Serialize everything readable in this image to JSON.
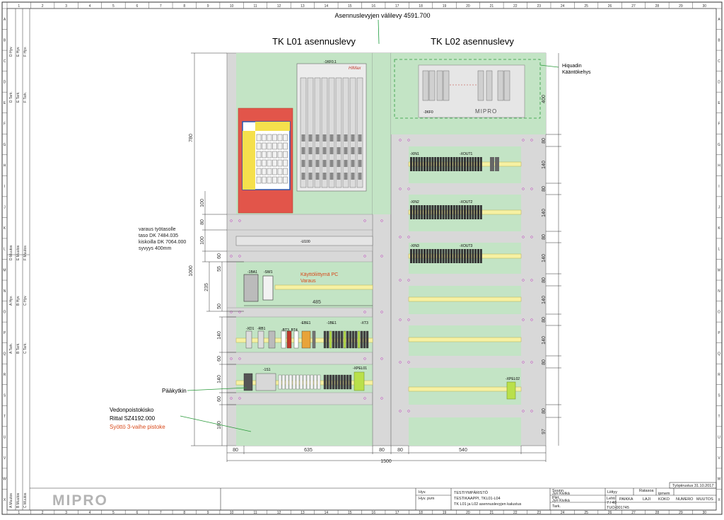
{
  "sheet": {
    "columns": [
      "1",
      "2",
      "3",
      "4",
      "5",
      "6",
      "7",
      "8",
      "9",
      "10",
      "11",
      "12",
      "13",
      "14",
      "15",
      "16",
      "17",
      "18",
      "19",
      "20",
      "21",
      "22",
      "23",
      "24",
      "25",
      "26",
      "27",
      "28",
      "29",
      "30"
    ],
    "rows": [
      "A",
      "B",
      "C",
      "D",
      "E",
      "F",
      "G",
      "H",
      "I",
      "J",
      "K",
      "L",
      "M",
      "N",
      "O",
      "P",
      "Q",
      "R",
      "S",
      "T",
      "U",
      "V",
      "W",
      "X"
    ],
    "left_revisions": {
      "r1": "D Hyv.",
      "r2": "E Hyv.",
      "r3": "F Hyv.",
      "r4": "D Tark.",
      "r5": "E Tark.",
      "r6": "F Tark.",
      "r7": "D Muutos",
      "r8": "E Muutos",
      "r9": "F Muutos",
      "r10": "A Hyv.",
      "r11": "B Hyv.",
      "r12": "C Hyv.",
      "r13": "A Tark.",
      "r14": "B Tark.",
      "r15": "C Tark.",
      "r16": "A Muutos",
      "r17": "B Muutos",
      "r18": "C Muutos"
    }
  },
  "titles": {
    "spacing": "Asennuslevyjen välilevy 4591.700",
    "plate1": "TK L01 asennuslevy",
    "plate2": "TK L02 asennuslevy"
  },
  "annotations": {
    "hiquad1": "Hiquadin",
    "hiquad2": "Kääntökehys",
    "shelf1": "varaus työtasolle",
    "shelf2": "taso DK 7484.035",
    "shelf3": "kiskoilla DK 7064.000",
    "shelf4": "syvyys 400mm",
    "ui1": "Käyttöliittymä PC",
    "ui2": "Varaus",
    "main_switch": "Pääkytkin",
    "strain1": "Vedonpoistokisko",
    "strain2": "Rittal SZ4192.000",
    "strain3": "Syöttö 3-vaihe pistoke"
  },
  "dims": {
    "d780": "780",
    "d100a": "100",
    "d80a": "80",
    "d100b": "100",
    "d60a": "60",
    "d1000": "1000",
    "d55": "55",
    "d235": "235",
    "d50": "50",
    "d485": "485",
    "d140a": "140",
    "d60b": "60",
    "d140b": "140",
    "d60c": "60",
    "d180": "180",
    "b80a": "80",
    "b635": "635",
    "b80b": "80",
    "b80c": "80",
    "b540": "540",
    "b1500": "1500",
    "r400": "400",
    "r80a": "80",
    "r140a": "140",
    "r80b": "80",
    "r140b": "140",
    "r80c": "80",
    "r140c": "140",
    "r80d": "80",
    "r140d": "140",
    "r80e": "80",
    "r140e": "140",
    "r80f": "80",
    "r97": "97"
  },
  "labels": {
    "kf01": "-1KF0.1",
    "himax": "HIMax",
    "kf0": "-3KF0",
    "mipro_small": "MIPRO",
    "xin1": "-XIN1",
    "xout1": "-XOUT1",
    "xin2": "-XIN2",
    "xout2": "-XOUT2",
    "xin3": "-XIN3",
    "xout3": "-XOUT3",
    "u100": "-U100",
    "xpel01": "-XPEL01",
    "xpel02": "-XPEL02",
    "xd1": "-XD1",
    "rb1": "-RB1",
    "bt3": "-BT3..BT4",
    "ba1": "-1BA1",
    "sw1": "-SW1",
    "s1": "-1S1",
    "ebe1": "-EBE1",
    "fbe1": "-1BE1",
    "xt3": "-XT3"
  },
  "title_block": {
    "logo": "MIPRO",
    "date": "Työpiirustus  31.10.2017",
    "hyv": "Hyv.",
    "hyv_pvm": "Hyv. pvm",
    "project": "TESTIYMPÄRISTÖ",
    "cabinet": "TESTIKAAPPI, TKL01-L04",
    "description": "TK L01 ja L02 asennuslevyjen kalustus",
    "suunn": "Suunn.",
    "suunn_name": "Jyri Kivikä",
    "piirt": "Piirt.",
    "piirt_name": "Jyri Kivikä",
    "tark": "Tark.",
    "liittyy": "Liittyy",
    "ratasoa": "Ratasoa",
    "ipmem": "ipmem",
    "lehti": "Lehti",
    "lehti_val": "7 / 40",
    "doc_no": "TUO-001745",
    "paikka": "PAIKKA",
    "laji": "LAJI",
    "koko": "KOKO",
    "numero": "NUMERO",
    "muutos": "MUUTOS"
  }
}
